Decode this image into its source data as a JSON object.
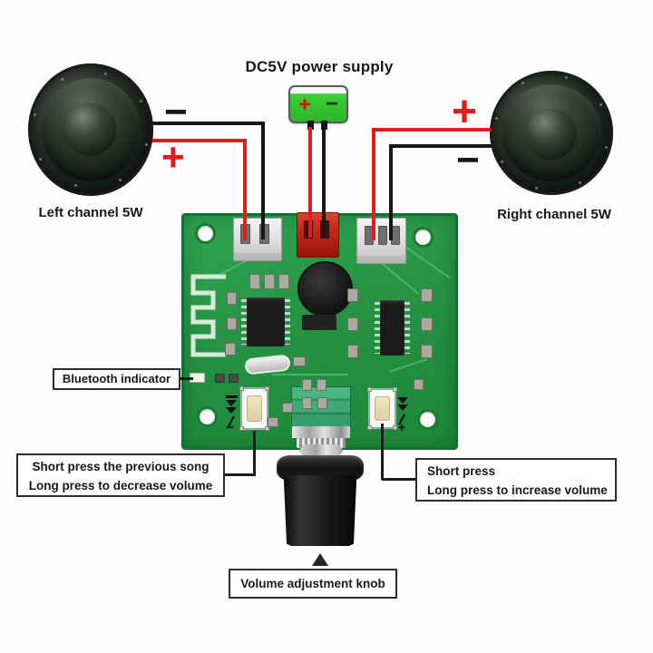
{
  "title": "DC5V power supply",
  "speakers": {
    "left": {
      "label": "Left channel 5W",
      "top_polarity": "−",
      "bottom_polarity": "+"
    },
    "right": {
      "label": "Right channel 5W",
      "top_polarity": "+",
      "bottom_polarity": "−"
    }
  },
  "power_block": {
    "plus": "+",
    "minus": "−"
  },
  "pcb_silkscreen": {
    "prev_button_sign": "−",
    "next_button_sign": "+"
  },
  "annotations": {
    "bluetooth_indicator": "Bluetooth indicator",
    "prev_button": {
      "line1": "Short press the previous song",
      "line2": "Long press to decrease volume"
    },
    "volume_up_button": {
      "line1": "Short press",
      "line2": "Long press to increase volume"
    },
    "volume_knob": "Volume adjustment knob"
  },
  "colors": {
    "wire_red": "#e01c1c",
    "wire_black": "#171717",
    "pcb_green": "#2a9a48",
    "power_green": "#3ccf36"
  }
}
